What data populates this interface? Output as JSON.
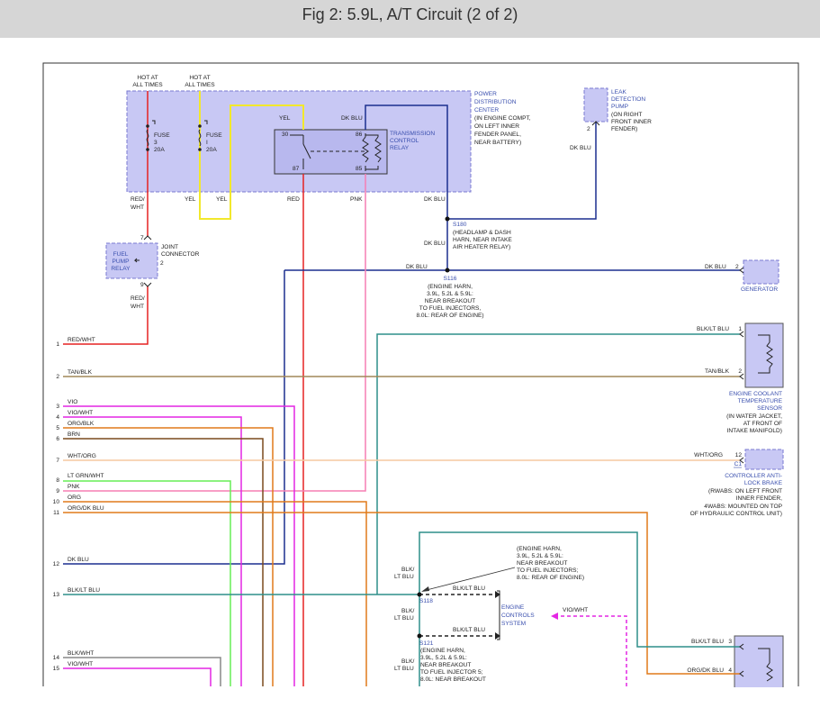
{
  "title": "Fig 2: 5.9L, A/T Circuit (2 of 2)",
  "colors": {
    "red": "#e52222",
    "yellow": "#f2e82c",
    "darkblue": "#1b2f8f",
    "pink": "#f57fb3",
    "teal": "#2f8f8a",
    "tan": "#a08759",
    "violet": "#e427e4",
    "orange": "#e07a1a",
    "brown": "#7a4a1d",
    "whtorg": "#f5c8a0",
    "ltgrn": "#66ee55",
    "gray": "#888888",
    "component_fill": "#c8c8f4",
    "component_border": "#7a7ad0"
  },
  "pdc": {
    "hot1": [
      "HOT AT",
      "ALL TIMES"
    ],
    "hot2": [
      "HOT AT",
      "ALL TIMES"
    ],
    "fuse3": [
      "FUSE",
      "3",
      "20A"
    ],
    "fuse1": [
      "FUSE",
      "I",
      "20A"
    ],
    "name": [
      "POWER",
      "DISTRIBUTION",
      "CENTER"
    ],
    "location": [
      "(IN ENGINE COMPT,",
      "ON LEFT INNER",
      "FENDER PANEL,",
      "NEAR BATTERY)"
    ]
  },
  "relay": {
    "name": [
      "TRANSMISSION",
      "CONTROL",
      "RELAY"
    ],
    "pins": [
      "30",
      "86",
      "87",
      "85"
    ],
    "yel": "YEL",
    "dkblu": "DK BLU"
  },
  "leak": {
    "name": [
      "LEAK",
      "DETECTION",
      "PUMP"
    ],
    "location": [
      "(ON RIGHT",
      "FRONT INNER",
      "FENDER)"
    ],
    "pin": "2",
    "wire": "DK BLU"
  },
  "wires_top": {
    "redwht": [
      "RED/",
      "WHT"
    ],
    "yel1": "YEL",
    "yel2": "YEL",
    "red": "RED",
    "pnk": "PNK",
    "dkblu": "DK BLU"
  },
  "s180": {
    "name": "S180",
    "desc": [
      "(HEADLAMP & DASH",
      "HARN, NEAR INTAKE",
      "AIR HEATER RELAY)"
    ],
    "wire": "DK BLU"
  },
  "joint": {
    "pin7": "7",
    "pin2": "2",
    "pin9": "9",
    "label": [
      "JOINT",
      "CONNECTOR"
    ],
    "relay": [
      "FUEL",
      "PUMP",
      "RELAY"
    ],
    "wire_below": [
      "RED/",
      "WHT"
    ]
  },
  "s116": {
    "name": "S116",
    "desc": [
      "(ENGINE HARN,",
      "3.9L, 5.2L & 5.9L:",
      "NEAR BREAKOUT",
      "TO FUEL INJECTORS,",
      "8.0L: REAR OF ENGINE)"
    ],
    "wire_left": "DK BLU",
    "wire_right": "DK BLU"
  },
  "generator": {
    "name": "GENERATOR",
    "pin": "2"
  },
  "left_wires": [
    {
      "num": "1",
      "label": "RED/WHT"
    },
    {
      "num": "2",
      "label": "TAN/BLK"
    },
    {
      "num": "3",
      "label": "VIO"
    },
    {
      "num": "4",
      "label": "VIO/WHT"
    },
    {
      "num": "5",
      "label": "ORG/BLK"
    },
    {
      "num": "6",
      "label": "BRN"
    },
    {
      "num": "7",
      "label": "WHT/ORG"
    },
    {
      "num": "8",
      "label": "LT GRN/WHT"
    },
    {
      "num": "9",
      "label": "PNK"
    },
    {
      "num": "10",
      "label": "ORG"
    },
    {
      "num": "11",
      "label": "ORG/DK BLU"
    },
    {
      "num": "12",
      "label": "DK BLU"
    },
    {
      "num": "13",
      "label": "BLK/LT BLU"
    },
    {
      "num": "14",
      "label": "BLK/WHT"
    },
    {
      "num": "15",
      "label": "VIO/WHT"
    }
  ],
  "ect": {
    "wire1": "BLK/LT BLU",
    "pin1": "1",
    "wire2": "TAN/BLK",
    "pin2": "2",
    "name": [
      "ENGINE COOLANT",
      "TEMPERATURE",
      "SENSOR"
    ],
    "location": [
      "(IN WATER JACKET,",
      "AT FRONT OF",
      "INTAKE MANIFOLD)"
    ]
  },
  "cab": {
    "wire": "WHT/ORG",
    "pin": "12",
    "conn": "C1",
    "name": [
      "CONTROLLER ANTI-",
      "LOCK BRAKE"
    ],
    "location": [
      "(RWABS: ON LEFT FRONT",
      "INNER FENDER,",
      "4WABS: MOUNTED ON TOP",
      "OF HYDRAULIC CONTROL UNIT)"
    ]
  },
  "s118": {
    "name": "S118",
    "desc": [
      "(ENGINE HARN,",
      "3.9L, 5.2L & 5.9L:",
      "NEAR BREAKOUT",
      "TO FUEL INJECTORS;",
      "8.0L: REAR OF ENGINE)"
    ],
    "left1": [
      "BLK/",
      "LT BLU"
    ],
    "left2": [
      "BLK/",
      "LT BLU"
    ],
    "right": "BLK/LT BLU"
  },
  "s121": {
    "name": "S121",
    "desc": [
      "(ENGINE HARN,",
      "3.9L, 5.2L & 5.9L:",
      "NEAR BREAKOUT",
      "TO FUEL INJECTOR 5;",
      "8.0L: NEAR BREAKOUT"
    ],
    "left": [
      "BLK/",
      "LT BLU"
    ],
    "right": "BLK/LT BLU"
  },
  "ecs": {
    "name": [
      "ENGINE",
      "CONTROLS",
      "SYSTEM"
    ],
    "viowht": "VIO/WHT"
  },
  "bottom_right": {
    "wire1": "BLK/LT BLU",
    "pin1": "3",
    "wire2": "ORG/DK BLU",
    "pin2": "4"
  }
}
